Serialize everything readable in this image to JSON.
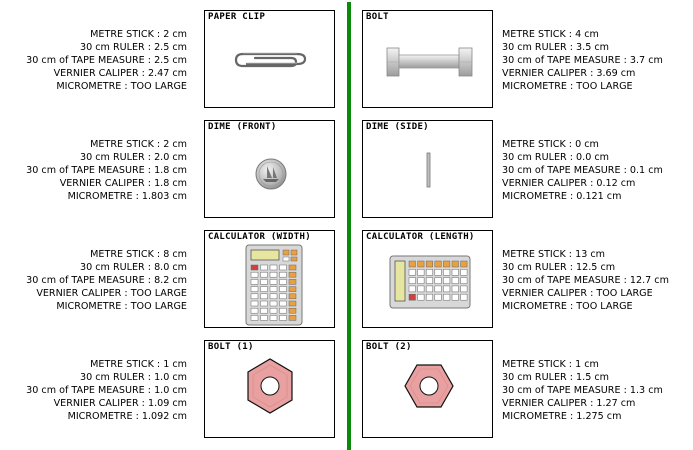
{
  "left": [
    {
      "title": "PAPER CLIP",
      "rows": [
        {
          "label": "METRE STICK",
          "value": "2 cm"
        },
        {
          "label": "30 cm  RULER",
          "value": "2.5 cm"
        },
        {
          "label": "30 cm  of TAPE MEASURE",
          "value": "2.5 cm"
        },
        {
          "label": "VERNIER CALIPER",
          "value": "2.47 cm"
        },
        {
          "label": "MICROMETRE",
          "value": "TOO LARGE"
        }
      ]
    },
    {
      "title": "DIME (FRONT)",
      "rows": [
        {
          "label": "METRE STICK",
          "value": "2 cm"
        },
        {
          "label": "30 cm  RULER",
          "value": "2.0 cm"
        },
        {
          "label": "30 cm  of TAPE MEASURE",
          "value": "1.8 cm"
        },
        {
          "label": "VERNIER CALIPER",
          "value": "1.8 cm"
        },
        {
          "label": "MICROMETRE",
          "value": "1.803 cm"
        }
      ]
    },
    {
      "title": "CALCULATOR (WIDTH)",
      "rows": [
        {
          "label": "METRE STICK",
          "value": "8 cm"
        },
        {
          "label": "30 cm  RULER",
          "value": "8.0 cm"
        },
        {
          "label": "30 cm  of TAPE MEASURE",
          "value": "8.2 cm"
        },
        {
          "label": "VERNIER CALIPER",
          "value": "TOO LARGE"
        },
        {
          "label": "MICROMETRE",
          "value": "TOO LARGE"
        }
      ]
    },
    {
      "title": "BOLT (1)",
      "rows": [
        {
          "label": "METRE STICK",
          "value": "1 cm"
        },
        {
          "label": "30 cm  RULER",
          "value": "1.0 cm"
        },
        {
          "label": "30 cm  of TAPE MEASURE",
          "value": "1.0 cm"
        },
        {
          "label": "VERNIER CALIPER",
          "value": "1.09 cm"
        },
        {
          "label": "MICROMETRE",
          "value": "1.092 cm"
        }
      ]
    }
  ],
  "right": [
    {
      "title": "BOLT",
      "rows": [
        {
          "label": "METRE STICK",
          "value": "4 cm"
        },
        {
          "label": "30 cm  RULER",
          "value": "3.5 cm"
        },
        {
          "label": "30 cm  of TAPE MEASURE",
          "value": "3.7 cm"
        },
        {
          "label": "VERNIER CALIPER",
          "value": "3.69 cm"
        },
        {
          "label": "MICROMETRE",
          "value": "TOO LARGE"
        }
      ]
    },
    {
      "title": "DIME (SIDE)",
      "rows": [
        {
          "label": "METRE STICK",
          "value": "0 cm"
        },
        {
          "label": "30 cm  RULER",
          "value": "0.0 cm"
        },
        {
          "label": "30 cm  of TAPE MEASURE",
          "value": "0.1 cm"
        },
        {
          "label": "VERNIER CALIPER",
          "value": "0.12 cm"
        },
        {
          "label": "MICROMETRE",
          "value": "0.121 cm"
        }
      ]
    },
    {
      "title": "CALCULATOR (LENGTH)",
      "rows": [
        {
          "label": "METRE STICK",
          "value": "13 cm"
        },
        {
          "label": "30 cm  RULER",
          "value": "12.5 cm"
        },
        {
          "label": "30 cm  of TAPE MEASURE",
          "value": "12.7 cm"
        },
        {
          "label": "VERNIER CALIPER",
          "value": "TOO LARGE"
        },
        {
          "label": "MICROMETRE",
          "value": "TOO LARGE"
        }
      ]
    },
    {
      "title": "BOLT (2)",
      "rows": [
        {
          "label": "METRE STICK",
          "value": "1 cm"
        },
        {
          "label": "30 cm  RULER",
          "value": "1.5 cm"
        },
        {
          "label": "30 cm  of TAPE MEASURE",
          "value": "1.3 cm"
        },
        {
          "label": "VERNIER CALIPER",
          "value": "1.27 cm"
        },
        {
          "label": "MICROMETRE",
          "value": "1.275 cm"
        }
      ]
    }
  ],
  "colors": {
    "divider": "#0a8a0a",
    "nut": "#e8a0a0",
    "nut_edge": "#111111"
  },
  "icons": [
    "paper-clip-icon",
    "bolt-side-icon",
    "dime-front-icon",
    "dime-side-icon",
    "calculator-portrait-icon",
    "calculator-landscape-icon",
    "hex-nut-icon"
  ]
}
